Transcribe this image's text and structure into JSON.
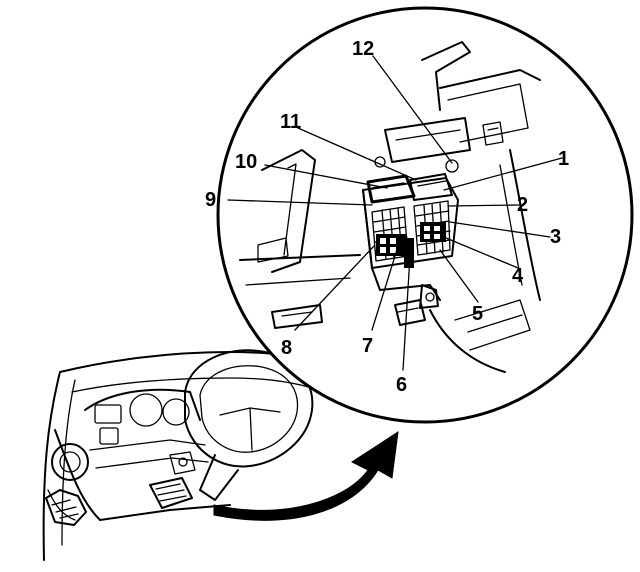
{
  "diagram": {
    "callouts": [
      "1",
      "2",
      "3",
      "4",
      "5",
      "6",
      "7",
      "8",
      "9",
      "10",
      "11",
      "12"
    ],
    "colors": {
      "ink": "#000000",
      "background": "#ffffff"
    }
  }
}
